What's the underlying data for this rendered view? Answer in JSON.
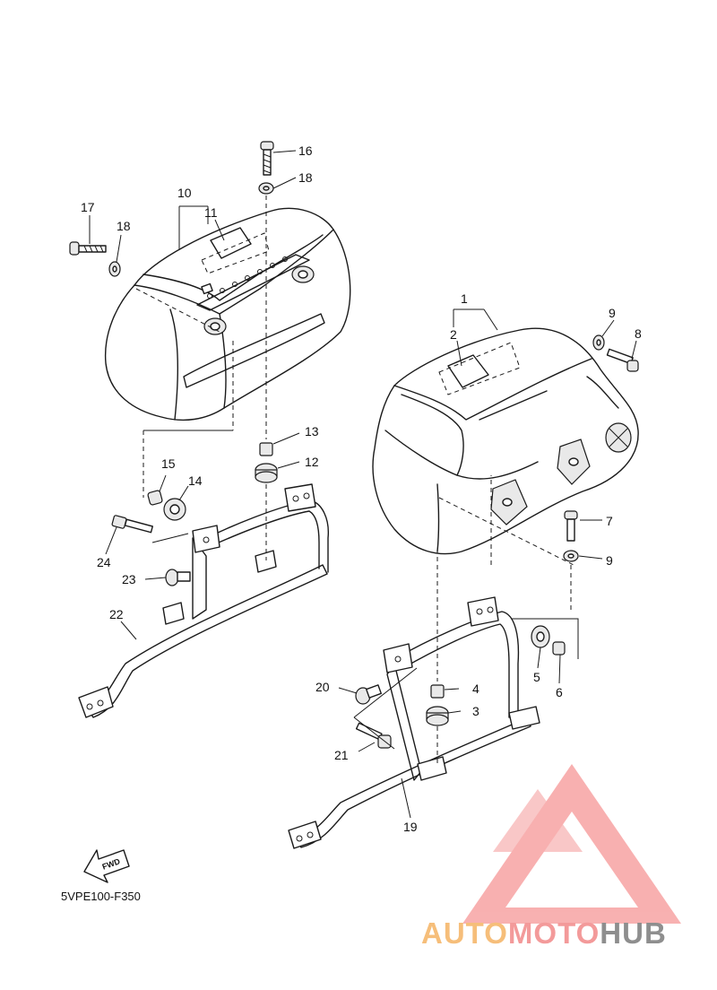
{
  "diagram": {
    "drawing_code": "5VPE100-F350",
    "fwd_label": "FWD",
    "callouts": [
      "1",
      "2",
      "3",
      "4",
      "5",
      "6",
      "7",
      "8",
      "9",
      "9",
      "10",
      "11",
      "12",
      "13",
      "14",
      "15",
      "16",
      "17",
      "18",
      "18",
      "19",
      "20",
      "21",
      "22",
      "23",
      "24"
    ]
  },
  "watermark": {
    "part_auto": "AUTO",
    "part_moto": "MOTO",
    "part_hub": "HUB",
    "colors": {
      "auto": "#f6be7a",
      "moto": "#f39a9a",
      "hub": "#8e8e8e",
      "logo": "#f7a0a0"
    }
  }
}
